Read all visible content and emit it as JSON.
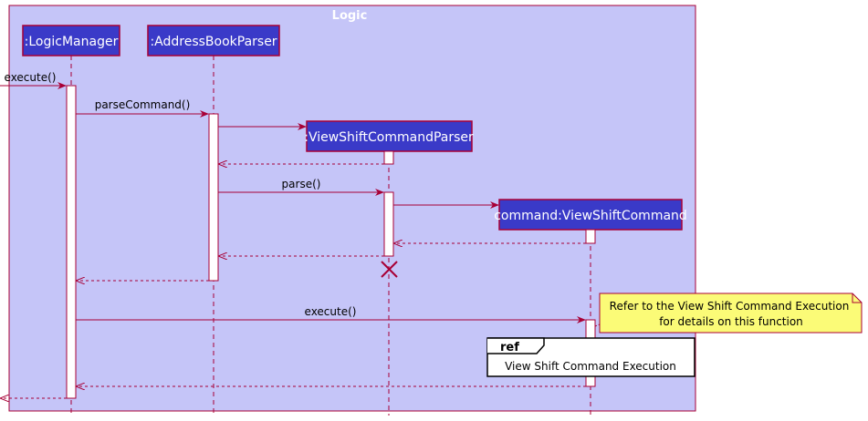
{
  "frame": {
    "title": "Logic"
  },
  "participants": [
    {
      "id": "lm",
      "label": ":LogicManager"
    },
    {
      "id": "abp",
      "label": ":AddressBookParser"
    },
    {
      "id": "vscp",
      "label": ":ViewShiftCommandParser"
    },
    {
      "id": "cmd",
      "label": "command:ViewShiftCommand"
    }
  ],
  "messages": {
    "execute_in": "execute()",
    "parse_command": "parseCommand()",
    "parse": "parse()",
    "execute_cmd": "execute()"
  },
  "note": {
    "line1": "Refer to the View Shift Command Execution",
    "line2": "for details on this function"
  },
  "ref": {
    "keyword": "ref",
    "text": "View Shift Command Execution"
  },
  "colors": {
    "frame_fill": "#c5c5f8",
    "frame_border": "#a80036",
    "participant_fill": "#3a3ac8",
    "arrow": "#a80036",
    "note_fill": "#fbfb77",
    "activation_fill": "#ffffff"
  }
}
